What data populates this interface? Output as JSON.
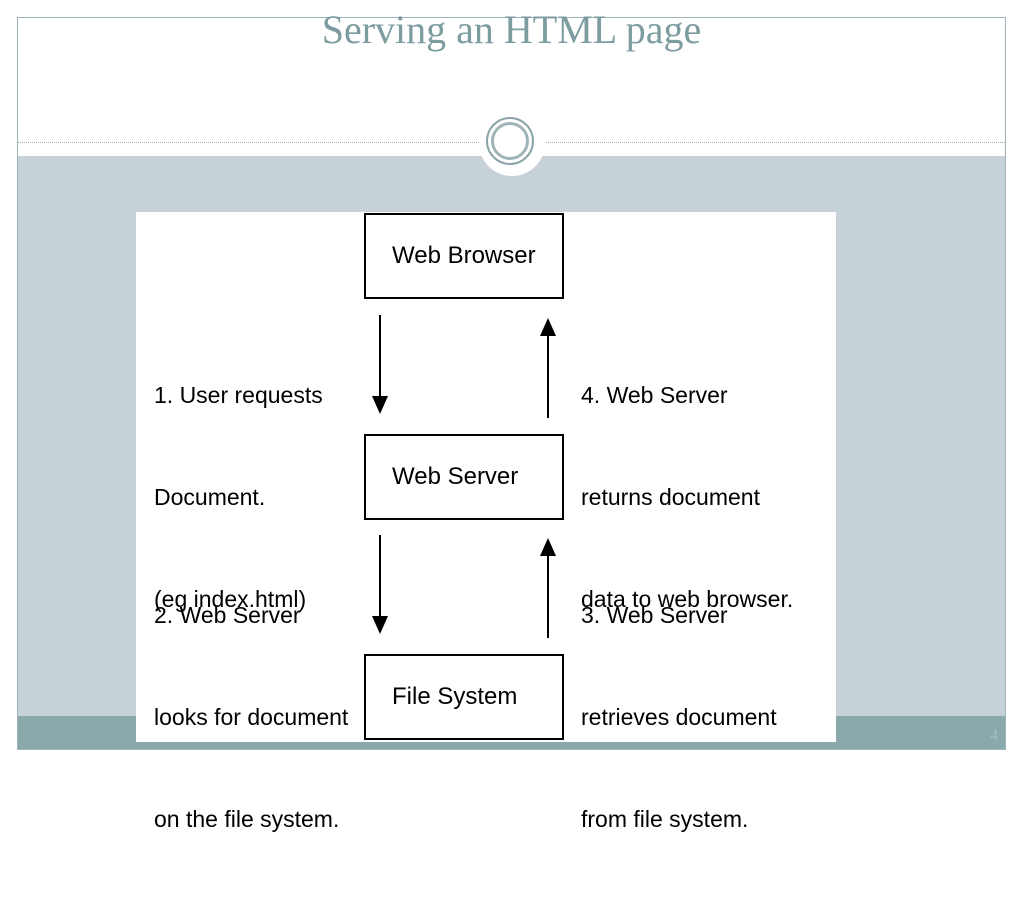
{
  "slide": {
    "title": "Serving an HTML page",
    "page_number": "4"
  },
  "diagram": {
    "nodes": {
      "browser": "Web Browser",
      "server": "Web Server",
      "filesystem": "File System"
    },
    "steps": [
      {
        "line1": "1. User requests",
        "line2": "Document.",
        "line3": "(eg index.html)"
      },
      {
        "line1": "2. Web Server",
        "line2": "looks for document",
        "line3": "on the file system."
      },
      {
        "line1": "3. Web Server",
        "line2": "retrieves document",
        "line3": "from file system."
      },
      {
        "line1": "4. Web Server",
        "line2": "returns document",
        "line3": "data to web browser."
      }
    ]
  }
}
